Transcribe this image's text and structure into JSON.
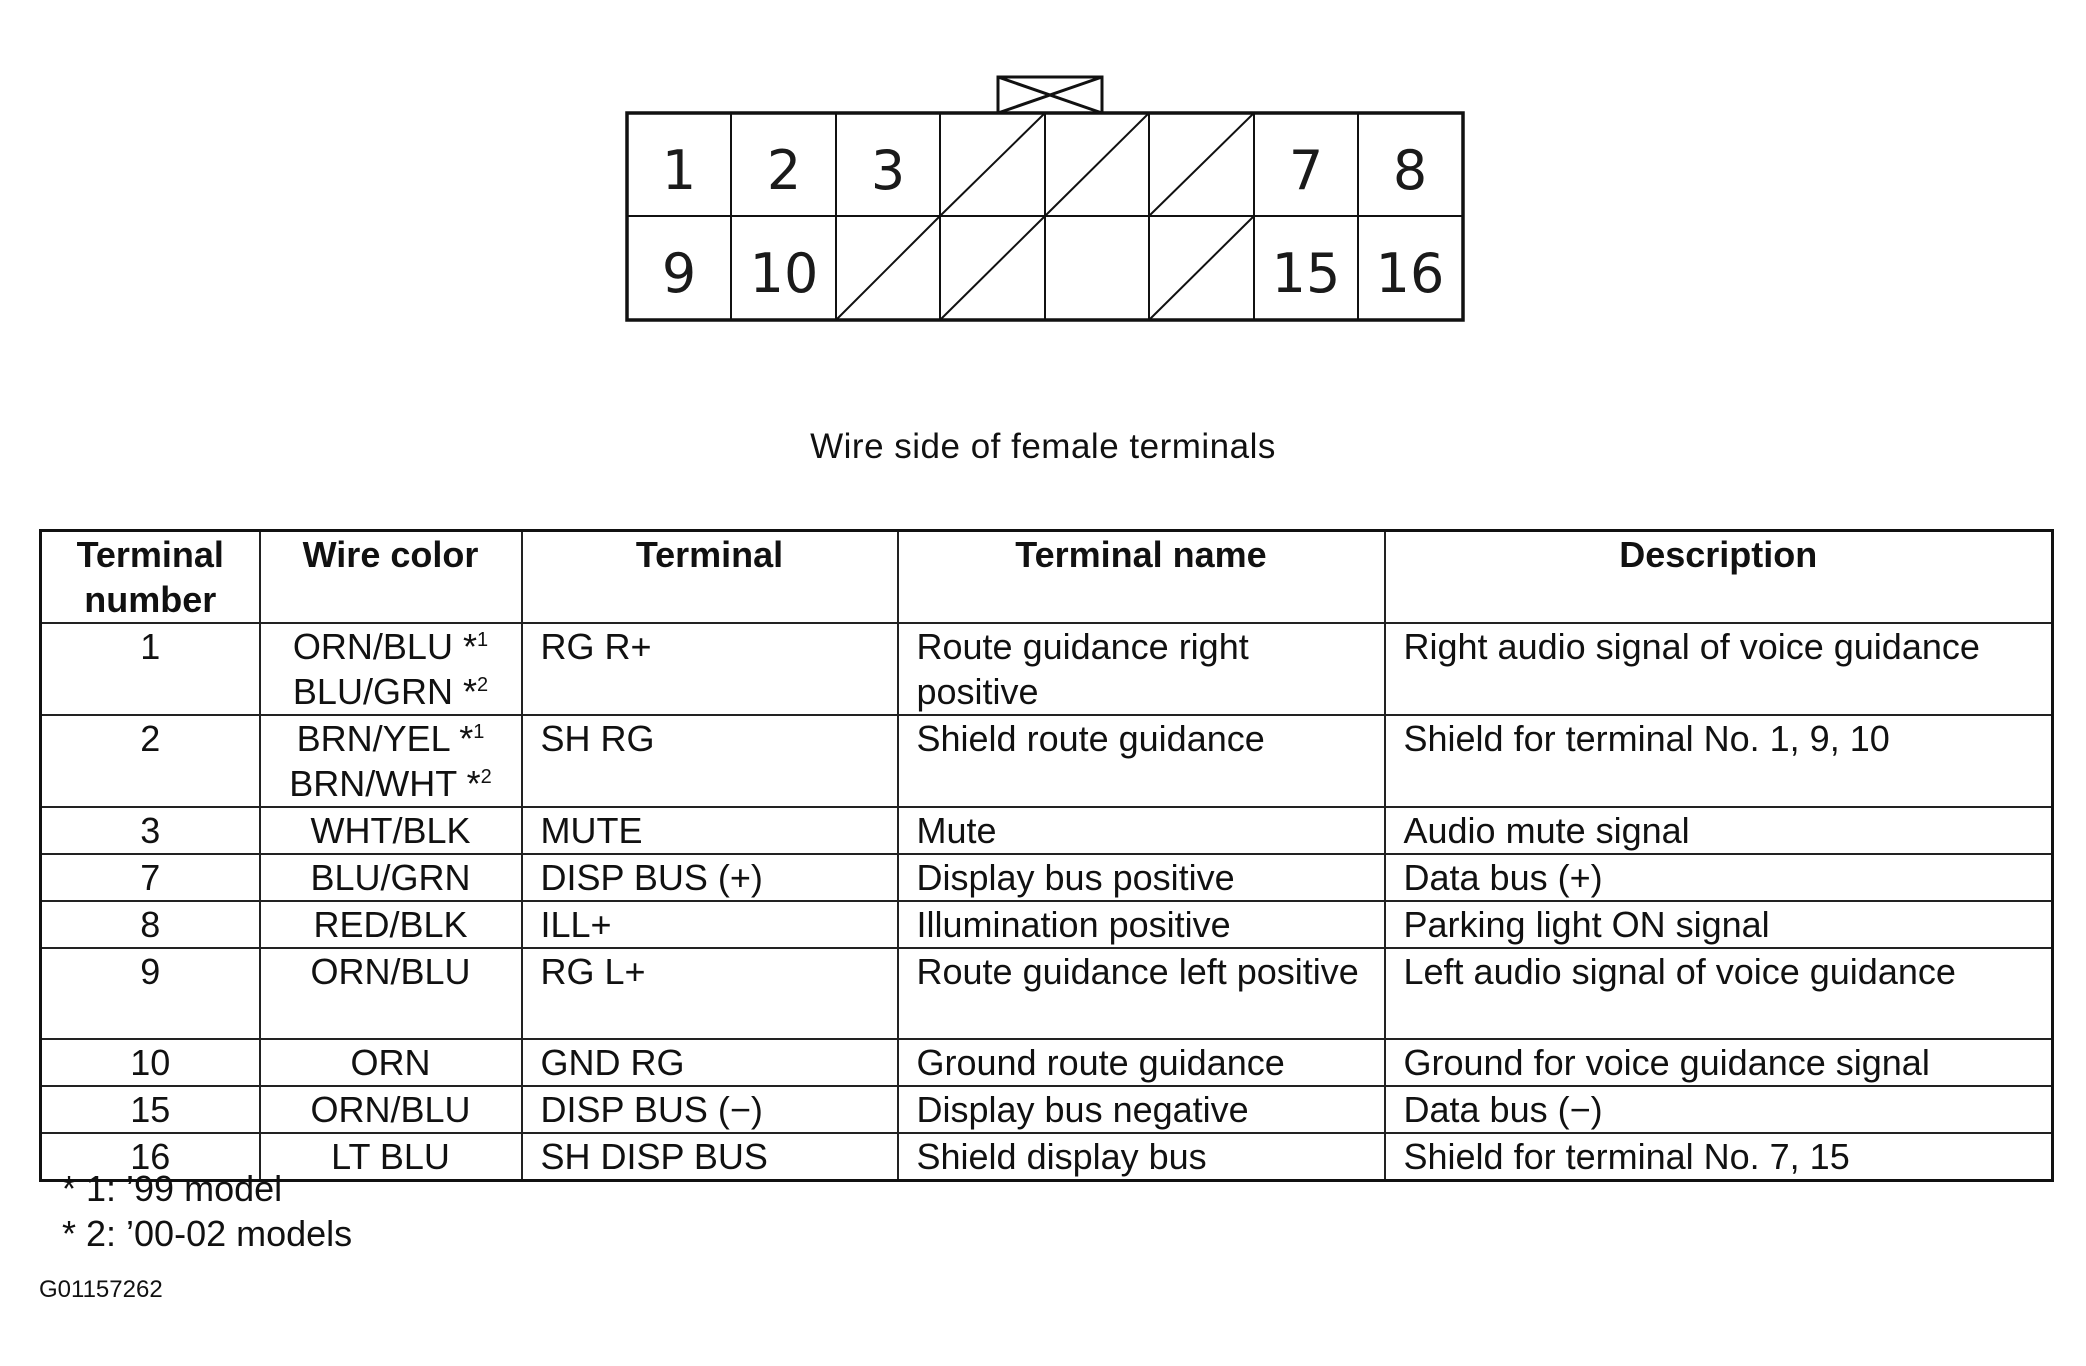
{
  "connector": {
    "top_row": [
      "1",
      "2",
      "3",
      "",
      "",
      "",
      "7",
      "8"
    ],
    "bottom_row": [
      "9",
      "10",
      "",
      "",
      "",
      "",
      "15",
      "16"
    ]
  },
  "caption": "Wire side of female terminals",
  "table": {
    "headers": [
      "Terminal\nnumber",
      "Wire color",
      "Terminal",
      "Terminal name",
      "Description"
    ],
    "rows": [
      {
        "number": "1",
        "wire": [
          {
            "text": "ORN/BLU *",
            "note": "1"
          },
          {
            "text": "BLU/GRN *",
            "note": "2"
          }
        ],
        "terminal": "RG R+",
        "name": "Route guidance right positive",
        "description": "Right audio signal of voice guidance"
      },
      {
        "number": "2",
        "wire": [
          {
            "text": "BRN/YEL *",
            "note": "1"
          },
          {
            "text": "BRN/WHT *",
            "note": "2"
          }
        ],
        "terminal": "SH RG",
        "name": "Shield route guidance",
        "description": "Shield for terminal No. 1, 9, 10"
      },
      {
        "number": "3",
        "wire": [
          {
            "text": "WHT/BLK",
            "note": ""
          }
        ],
        "terminal": "MUTE",
        "name": "Mute",
        "description": "Audio mute signal"
      },
      {
        "number": "7",
        "wire": [
          {
            "text": "BLU/GRN",
            "note": ""
          }
        ],
        "terminal": "DISP BUS (+)",
        "name": "Display bus positive",
        "description": "Data bus (+)"
      },
      {
        "number": "8",
        "wire": [
          {
            "text": "RED/BLK",
            "note": ""
          }
        ],
        "terminal": "ILL+",
        "name": "Illumination positive",
        "description": "Parking light ON signal"
      },
      {
        "number": "9",
        "wire": [
          {
            "text": "ORN/BLU",
            "note": ""
          }
        ],
        "terminal": "RG L+",
        "name": "Route guidance left positive",
        "description": "Left audio signal of voice guidance"
      },
      {
        "number": "10",
        "wire": [
          {
            "text": "ORN",
            "note": ""
          }
        ],
        "terminal": "GND RG",
        "name": "Ground route guidance",
        "description": "Ground for voice guidance signal"
      },
      {
        "number": "15",
        "wire": [
          {
            "text": "ORN/BLU",
            "note": ""
          }
        ],
        "terminal": "DISP BUS (−)",
        "name": "Display bus negative",
        "description": "Data bus (−)"
      },
      {
        "number": "16",
        "wire": [
          {
            "text": "LT BLU",
            "note": ""
          }
        ],
        "terminal": "SH DISP BUS",
        "name": "Shield display bus",
        "description": "Shield for terminal No. 7, 15"
      }
    ]
  },
  "notes": [
    "* 1: ’99 model",
    "* 2: ’00-02 models"
  ],
  "figure_id": "G01157262"
}
